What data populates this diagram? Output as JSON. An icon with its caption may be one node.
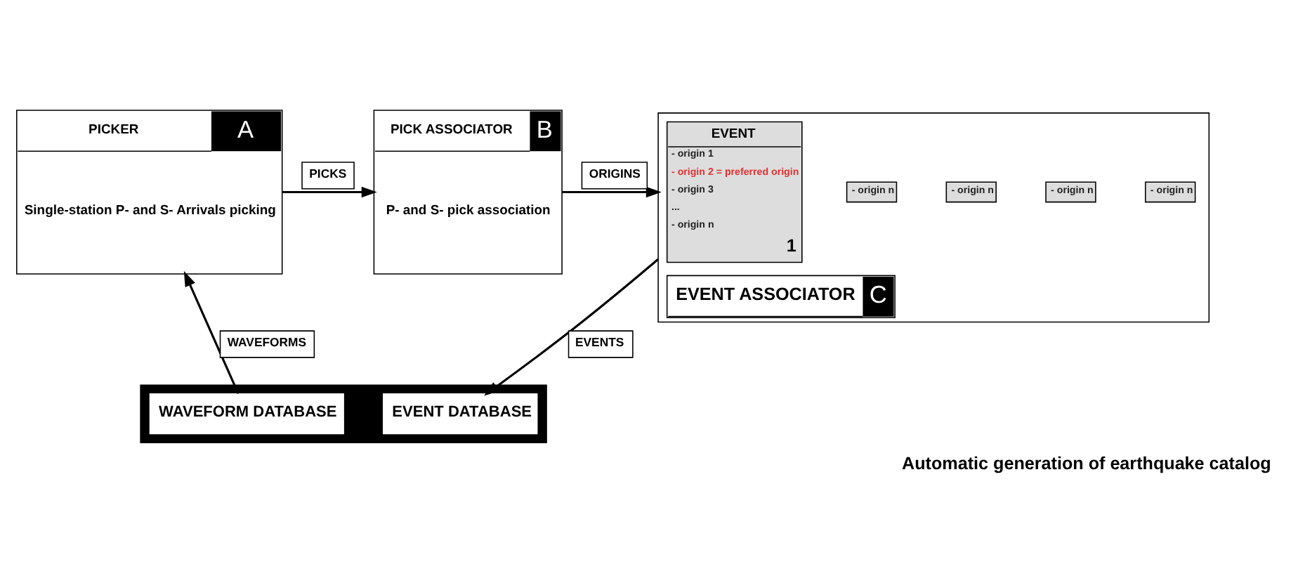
{
  "diagram": {
    "caption": "Automatic generation of earthquake catalog",
    "nodes": [
      {
        "text": [
          "PICKER",
          "A",
          "Single-station P- and S- Arrivals picking"
        ]
      },
      {
        "text": [
          "PICK ASSOCIATOR",
          "B",
          "P- and S- pick association"
        ]
      },
      {
        "text": [
          "EVENT ASSOCIATOR",
          "C"
        ]
      },
      {
        "text": [
          "- origin n"
        ],
        "in": 2
      },
      {
        "text": [
          "- origin n"
        ],
        "in": 2
      },
      {
        "text": [
          "- origin n"
        ],
        "in": 2
      },
      {
        "text": [
          "- origin n"
        ],
        "in": 2
      },
      {
        "text": [
          "EVENT",
          "- origin 1",
          "- origin 2 = preferred origin",
          "- origin 3",
          "...",
          "- origin n",
          "1"
        ],
        "in": 2
      },
      {
        "text": [],
        "shape": "arrow"
      },
      {
        "text": [
          "WAVEFORM DATABASE"
        ],
        "in": 8
      },
      {
        "text": [
          "EVENT DATABASE"
        ],
        "in": 8
      }
    ],
    "edges": [
      {
        "from": 0,
        "to": 1,
        "arrow": "to",
        "label": "PICKS"
      },
      {
        "from": 1,
        "to": 2,
        "arrow": "to",
        "label": "ORIGINS"
      },
      {
        "from": 9,
        "to": 0,
        "arrow": "to",
        "label": "WAVEFORMS"
      },
      {
        "from": 2,
        "to": 10,
        "arrow": "to",
        "label": "EVENTS"
      }
    ]
  }
}
